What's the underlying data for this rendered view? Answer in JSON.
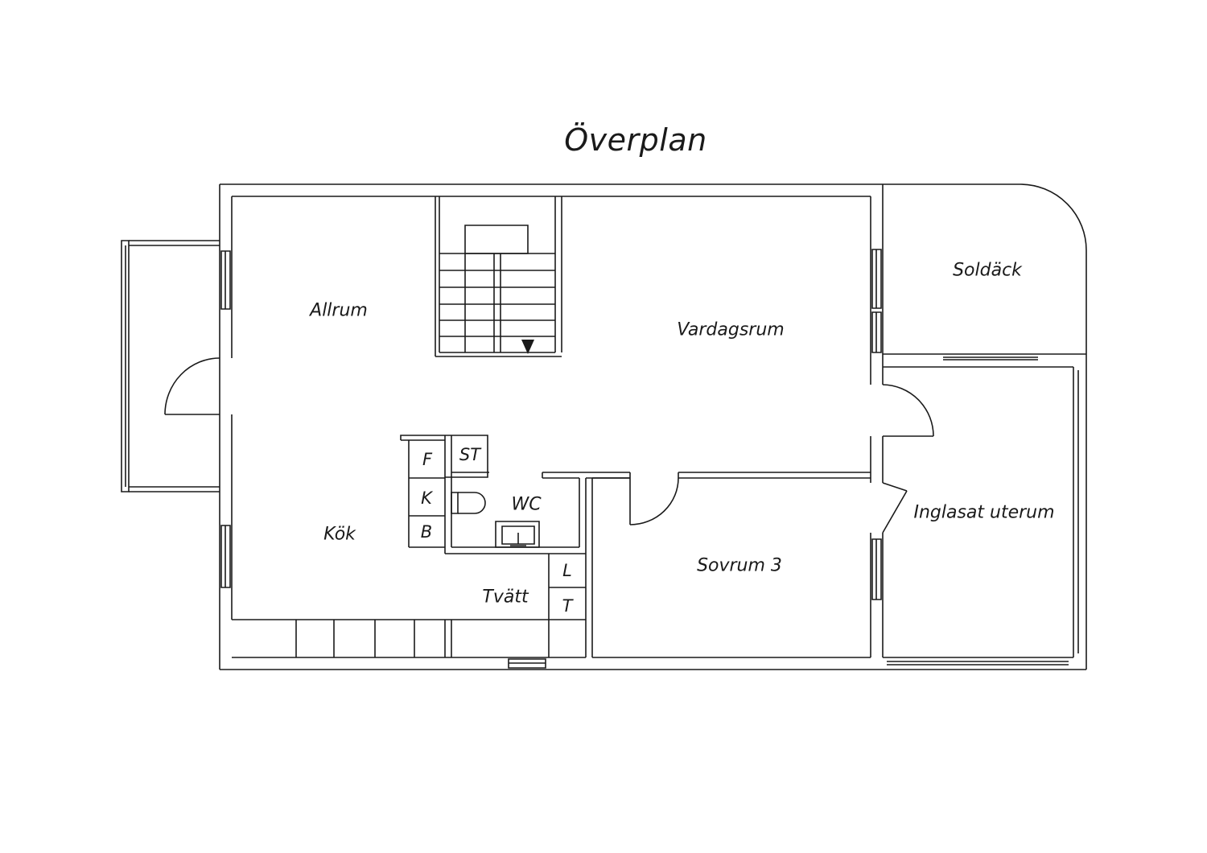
{
  "title": "Överplan",
  "rooms": {
    "allrum": "Allrum",
    "vardagsrum": "Vardagsrum",
    "soldack": "Soldäck",
    "kok": "Kök",
    "wc": "WC",
    "tvatt": "Tvätt",
    "sovrum3": "Sovrum 3",
    "uterum": "Inglasat uterum"
  },
  "fixtures": {
    "f": "F",
    "st": "ST",
    "k": "K",
    "b": "B",
    "l": "L",
    "t": "T"
  },
  "colors": {
    "line": "#1a1a1a",
    "background": "#ffffff"
  }
}
